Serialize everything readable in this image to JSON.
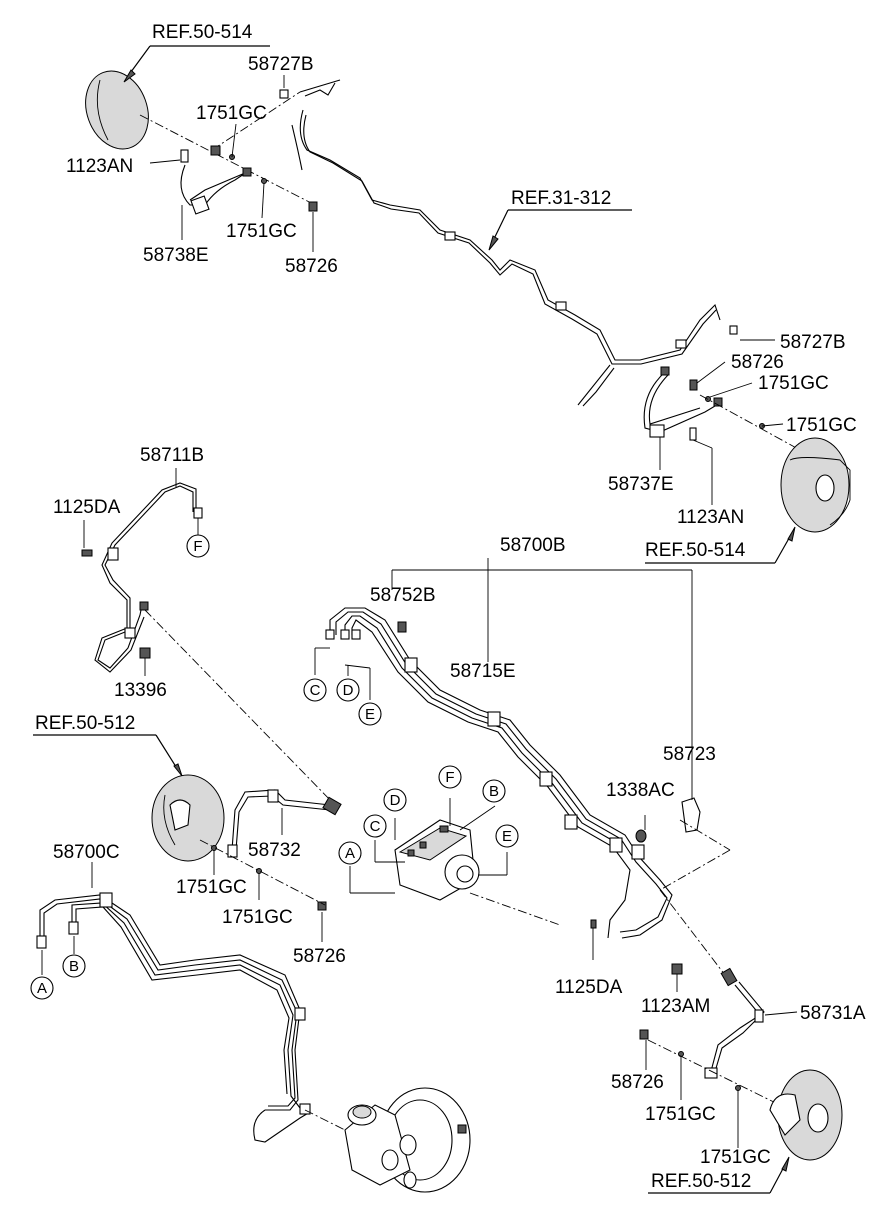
{
  "diagram": {
    "labels": {
      "ref_50_514_top": "REF.50-514",
      "p58727B_top": "58727B",
      "p1751GC_top1": "1751GC",
      "p1123AN_top": "1123AN",
      "p1751GC_top2": "1751GC",
      "p58738E": "58738E",
      "p58726_top": "58726",
      "ref_31_312": "REF.31-312",
      "p58727B_right": "58727B",
      "p58726_right": "58726",
      "p1751GC_right1": "1751GC",
      "p1751GC_right2": "1751GC",
      "p58737E": "58737E",
      "p1123AN_right": "1123AN",
      "ref_50_514_right": "REF.50-514",
      "p58711B": "58711B",
      "p1125DA_left": "1125DA",
      "p13396": "13396",
      "p58700B": "58700B",
      "p58752B": "58752B",
      "p58715E": "58715E",
      "p58723": "58723",
      "p1338AC": "1338AC",
      "ref_50_512_left": "REF.50-512",
      "p58732": "58732",
      "p58700C": "58700C",
      "p1751GC_mid1": "1751GC",
      "p1751GC_mid2": "1751GC",
      "p58726_mid": "58726",
      "p1125DA_right": "1125DA",
      "p1123AM": "1123AM",
      "p58731A": "58731A",
      "p58726_bottom": "58726",
      "p1751GC_bottom1": "1751GC",
      "p1751GC_bottom2": "1751GC",
      "ref_50_512_bottom": "REF.50-512"
    },
    "circles": {
      "F_top": "F",
      "C_upper": "C",
      "D_upper": "D",
      "E_upper": "E",
      "F_hecu": "F",
      "D_hecu": "D",
      "B_hecu": "B",
      "C_hecu": "C",
      "E_hecu": "E",
      "A_hecu": "A",
      "A_left": "A",
      "B_left": "B"
    }
  }
}
